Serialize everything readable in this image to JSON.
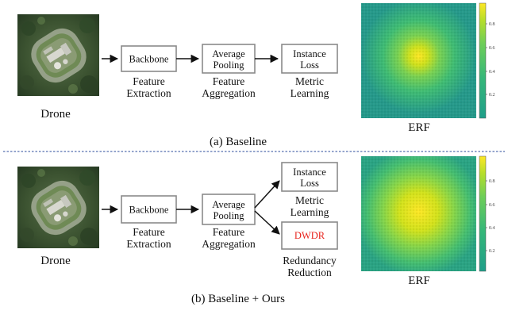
{
  "panels": {
    "top": {
      "input_label": "Drone",
      "boxes": {
        "backbone": "Backbone",
        "pooling": [
          "Average",
          "Pooling"
        ],
        "instance_loss": [
          "Instance",
          "Loss"
        ]
      },
      "sub_labels": {
        "feature_extraction": [
          "Feature",
          "Extraction"
        ],
        "feature_aggregation": [
          "Feature",
          "Aggregation"
        ],
        "metric_learning": [
          "Metric",
          "Learning"
        ]
      },
      "erf_label": "ERF",
      "caption": "(a) Baseline"
    },
    "bottom": {
      "input_label": "Drone",
      "boxes": {
        "backbone": "Backbone",
        "pooling": [
          "Average",
          "Pooling"
        ],
        "instance_loss": [
          "Instance",
          "Loss"
        ],
        "dwdr": "DWDR"
      },
      "sub_labels": {
        "feature_extraction": [
          "Feature",
          "Extraction"
        ],
        "feature_aggregation": [
          "Feature",
          "Aggregation"
        ],
        "metric_learning": [
          "Metric",
          "Learning"
        ],
        "redundancy_reduction": [
          "Redundancy",
          "Reduction"
        ]
      },
      "erf_label": "ERF",
      "caption": "(b) Baseline + Ours"
    }
  },
  "colorbar_ticks": [
    "0.8",
    "0.6",
    "0.4",
    "0.2"
  ],
  "colors": {
    "heat_low": "#2a8c8c",
    "heat_mid": "#5ec962",
    "heat_high": "#fde725",
    "highlight_text": "#e8261f",
    "divider": "#2b4b9b"
  }
}
